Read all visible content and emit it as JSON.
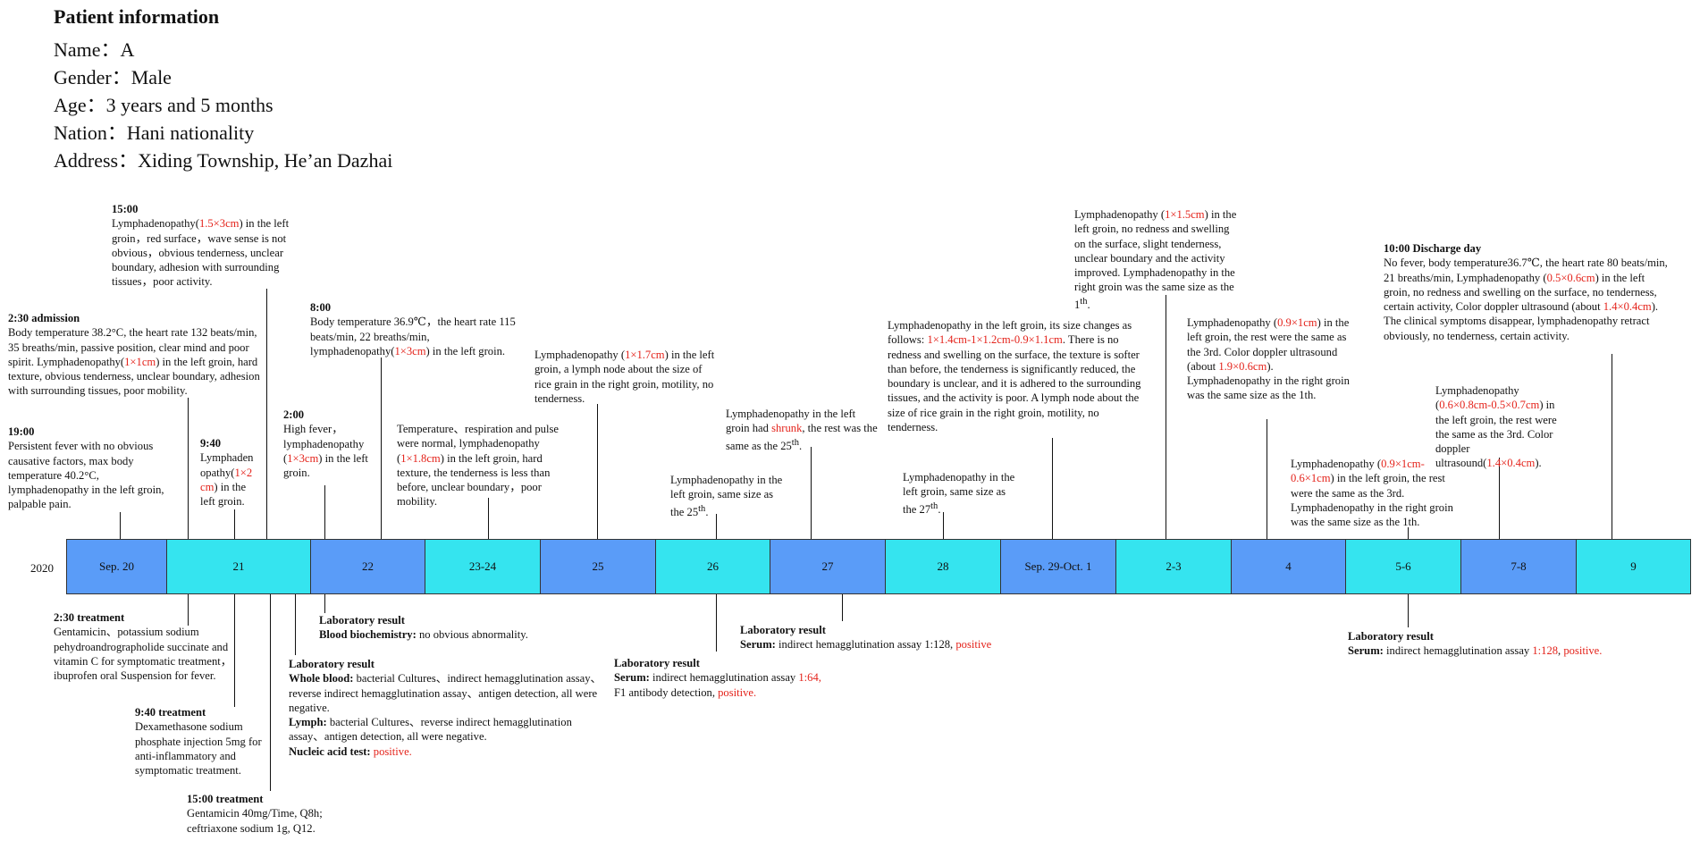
{
  "patient": {
    "title": "Patient information",
    "name": "Name：A",
    "gender": "Gender：Male",
    "age": "Age：3 years and 5 months",
    "nation": "Nation：Hani nationality",
    "address": "Address：Xiding Township, He’an Dazhai"
  },
  "timeline": {
    "year": "2020",
    "segments": [
      "Sep. 20",
      "21",
      "22",
      "23-24",
      "25",
      "26",
      "27",
      "28",
      "Sep. 29-Oct. 1",
      "2-3",
      "4",
      "5-6",
      "7-8",
      "9"
    ]
  },
  "top": {
    "n1": {
      "t": "15:00",
      "a": "Lymphadenopathy(",
      "r": "1.5×3cm",
      "b": ") in the left groin，red surface，wave sense is not obvious，obvious tenderness, unclear boundary, adhesion with surrounding tissues，poor activity."
    },
    "n2": {
      "t": "2:30 admission",
      "a": "Body temperature 38.2°C, the heart rate 132 beats/min, 35 breaths/min, passive position, clear mind and poor spirit. Lymphadenopathy(",
      "r": "1×1cm",
      "b": ") in the left groin, hard texture, obvious tenderness, unclear boundary, adhesion with surrounding tissues, poor mobility."
    },
    "n3": {
      "t": "19:00",
      "a": "Persistent fever with no obvious causative factors, max body temperature 40.2°C, lymphadenopathy in the left groin, palpable pain."
    },
    "n4": {
      "t": "9:40",
      "a": "Lymphaden opathy(",
      "r": "1×2 cm",
      "b": ") in the left groin."
    },
    "n5": {
      "t": "2:00",
      "a": "High fever，lymphadenopathy (",
      "r": "1×3cm",
      "b": ") in the left groin."
    },
    "n6": {
      "t": "8:00",
      "a": "Body temperature 36.9℃，the heart rate 115 beats/min, 22 breaths/min, lymphadenopathy(",
      "r": "1×3cm",
      "b": ") in the left groin."
    },
    "n7": {
      "a": "Temperature、respiration and pulse were normal, lymphadenopathy (",
      "r": "1×1.8cm",
      "b": ") in the left groin, hard texture, the tenderness is less than before, unclear boundary，poor mobility."
    },
    "n8": {
      "a": "Lymphadenopathy (",
      "r": "1×1.7cm",
      "b": ") in the left groin, a lymph node about the size of rice grain in the right groin, motility, no tenderness."
    },
    "n9": {
      "a": "Lymphadenopathy in the left groin, same size as the 25",
      "s": "th",
      "b": "."
    },
    "n10": {
      "a": "Lymphadenopathy in the left groin had ",
      "r": "shrunk",
      "b": ", the rest was the same as the 25",
      "s": "th",
      "c": "."
    },
    "n11": {
      "a": "Lymphadenopathy in the left groin, same size as the 27",
      "s": "th",
      "b": "."
    },
    "n12": {
      "a": "Lymphadenopathy in the left groin, its size changes as follows: ",
      "r": "1×1.4cm-1×1.2cm-0.9×1.1cm",
      "b": ". There is no redness and swelling on the surface, the texture is softer than before, the tenderness is significantly reduced, the boundary is unclear, and it is adhered to the surrounding tissues, and the activity is poor. A lymph node about the size of rice grain in the right groin, motility, no tenderness."
    },
    "n13": {
      "a": "Lymphadenopathy (",
      "r": "1×1.5cm",
      "b": ") in the left groin, no redness and swelling on the surface, slight tenderness, unclear boundary and the activity improved. Lymphadenopathy in the right groin was the same size as the 1",
      "s": "th",
      "c": "."
    },
    "n14": {
      "a": "Lymphadenopathy (",
      "r": "0.9×1cm",
      "b": ") in the left groin, the rest were the same as the 3rd. Color doppler ultrasound (about ",
      "r2": "1.9×0.6cm",
      "c": "). Lymphadenopathy in the right groin was the same size as the 1th."
    },
    "n15": {
      "a": "Lymphadenopathy (",
      "r": "0.9×1cm-0.6×1cm",
      "b": ") in the left groin, the rest were the same as the 3rd. Lymphadenopathy in the right groin was the same size as the 1th."
    },
    "n16": {
      "a": "Lymphadenopathy (",
      "r": "0.6×0.8cm-0.5×0.7cm",
      "b": ") in the left groin, the rest were the same as the 3rd. Color doppler ultrasound(",
      "r2": "1.4×0.4cm",
      "c": ")."
    },
    "n17": {
      "t": "10:00 Discharge day",
      "a": "No fever, body temperature36.7℃, the heart rate 80 beats/min, 21 breaths/min, Lymphadenopathy (",
      "r": "0.5×0.6cm",
      "b": ") in the left groin, no redness and swelling on the surface, no tenderness, certain activity, Color doppler ultrasound (about ",
      "r2": "1.4×0.4cm",
      "c": "). The clinical symptoms disappear, lymphadenopathy retract obviously, no tenderness, certain activity."
    }
  },
  "bottom": {
    "b1": {
      "t": "2:30 treatment",
      "a": "Gentamicin、potassium sodium pehydroandrographolide succinate and vitamin C for symptomatic treatment，ibuprofen oral Suspension for fever."
    },
    "b2": {
      "t": "9:40 treatment",
      "a": "Dexamethasone sodium phosphate injection 5mg for anti-inflammatory and symptomatic treatment."
    },
    "b3": {
      "t": "15:00 treatment",
      "a": "Gentamicin 40mg/Time, Q8h; ceftriaxone sodium 1g, Q12."
    },
    "b4": {
      "t": "Laboratory result",
      "l1": "Whole blood:",
      "a": " bacterial Cultures、indirect hemagglutination assay、reverse indirect hemagglutination assay、antigen detection, all were negative.",
      "l2": "Lymph:",
      "b": " bacterial Cultures、reverse indirect hemagglutination assay、antigen detection, all were negative.",
      "l3": "Nucleic acid test: ",
      "r": "positive."
    },
    "b5": {
      "t": "Laboratory result",
      "l1": "Blood biochemistry:",
      "a": " no obvious abnormality."
    },
    "b6": {
      "t": "Laboratory result",
      "l1": "Serum:",
      "a": " indirect hemagglutination assay ",
      "r": "1:64,",
      "b": " F1 antibody detection, ",
      "r2": "positive."
    },
    "b7": {
      "t": "Laboratory result",
      "l1": "Serum:",
      "a": " indirect hemagglutination assay 1:128, ",
      "r": "positive"
    },
    "b8": {
      "t": "Laboratory result",
      "l1": "Serum:",
      "a": " indirect hemagglutination assay ",
      "r": "1:128",
      "b": ", ",
      "r2": "positive."
    }
  },
  "colors": {
    "blue": "#5a9cf8",
    "cyan": "#35e4ef",
    "red": "#e4231b"
  }
}
